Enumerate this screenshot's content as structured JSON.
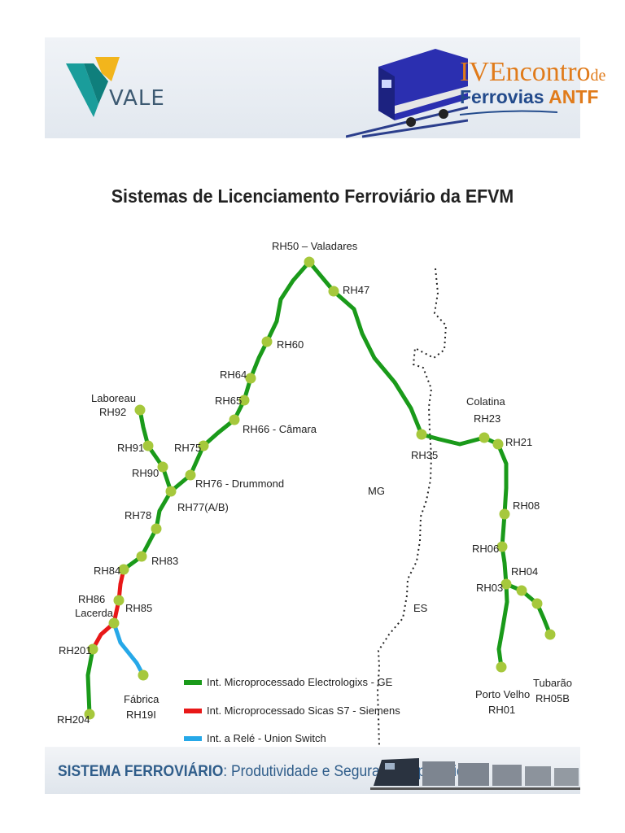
{
  "header": {
    "logo_text": "VALE",
    "event_roman": "IV",
    "event_word": "Encontro",
    "event_de": "de",
    "event_ferrovias": "Ferrovias",
    "event_antf": "ANTF"
  },
  "title": "Sistemas de Licenciamento Ferroviário da EFVM",
  "regions": {
    "mg": "MG",
    "es": "ES"
  },
  "stations": {
    "rh50": "RH50 –  Valadares",
    "rh47": "RH47",
    "rh60": "RH60",
    "rh64": "RH64",
    "rh65": "RH65",
    "rh66": "RH66 - Câmara",
    "rh75": "RH75",
    "rh76": "RH76 - Drummond",
    "rh77": "RH77(A/B)",
    "rh92_name": "Laboreau",
    "rh92": "RH92",
    "rh91": "RH91",
    "rh90": "RH90",
    "rh78": "RH78",
    "rh83": "RH83",
    "rh84": "RH84",
    "rh86": "RH86",
    "rh86_name": "Lacerda",
    "rh85": "RH85",
    "rh201": "RH201",
    "rh204": "RH204",
    "fabrica_name": "Fábrica",
    "rh19i": "RH19I",
    "rh35": "RH35",
    "rh23_name": "Colatina",
    "rh23": "RH23",
    "rh21": "RH21",
    "rh08": "RH08",
    "rh06": "RH06",
    "rh04": "RH04",
    "rh03": "RH03",
    "rh01_name": "Porto Velho",
    "rh01": "RH01",
    "rh05b_name": "Tubarão",
    "rh05b": "RH05B"
  },
  "legend": [
    {
      "label": "Int. Microprocessado Electrologixs - GE",
      "color": "#1a9a1a"
    },
    {
      "label": "Int. Microprocessado Sicas S7 - Siemens",
      "color": "#e81818"
    },
    {
      "label": "Int. a Relé - Union Switch",
      "color": "#26a8e8"
    }
  ],
  "footer": {
    "strong": "SISTEMA FERROVIÁRIO",
    "rest": ": Produtividade e Segurança Operacional"
  }
}
